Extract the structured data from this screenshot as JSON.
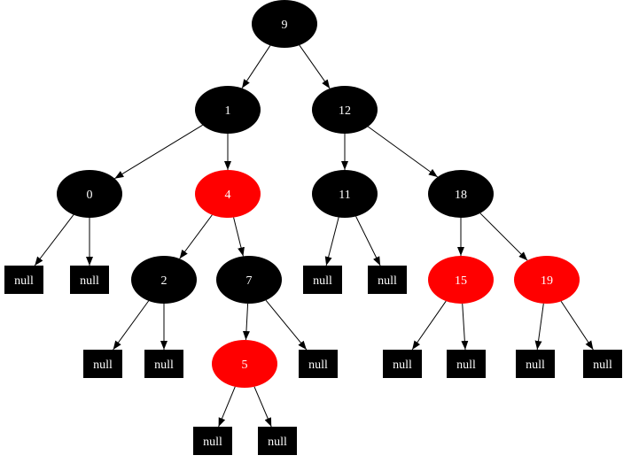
{
  "diagram": {
    "null_label": "null",
    "colors": {
      "red": "#ff0000",
      "black": "#000000",
      "label": "#ffffff",
      "edge": "#000000"
    },
    "nodes": [
      {
        "id": "n9",
        "label": "9",
        "color": "black"
      },
      {
        "id": "n1",
        "label": "1",
        "color": "black"
      },
      {
        "id": "n12",
        "label": "12",
        "color": "black"
      },
      {
        "id": "n0",
        "label": "0",
        "color": "black"
      },
      {
        "id": "n4",
        "label": "4",
        "color": "red"
      },
      {
        "id": "n11",
        "label": "11",
        "color": "black"
      },
      {
        "id": "n18",
        "label": "18",
        "color": "black"
      },
      {
        "id": "n2",
        "label": "2",
        "color": "black"
      },
      {
        "id": "n7",
        "label": "7",
        "color": "black"
      },
      {
        "id": "n15",
        "label": "15",
        "color": "red"
      },
      {
        "id": "n19",
        "label": "19",
        "color": "red"
      },
      {
        "id": "n5",
        "label": "5",
        "color": "red"
      }
    ],
    "null_leaves": [
      "z1",
      "z2",
      "z3",
      "z4",
      "z5",
      "z6",
      "z7",
      "z8",
      "z9",
      "z10",
      "z11",
      "z12",
      "z13"
    ],
    "edges": [
      [
        "n9",
        "n1"
      ],
      [
        "n9",
        "n12"
      ],
      [
        "n1",
        "n0"
      ],
      [
        "n1",
        "n4"
      ],
      [
        "n12",
        "n11"
      ],
      [
        "n12",
        "n18"
      ],
      [
        "n0",
        "z1"
      ],
      [
        "n0",
        "z2"
      ],
      [
        "n4",
        "n2"
      ],
      [
        "n4",
        "n7"
      ],
      [
        "n11",
        "z3"
      ],
      [
        "n11",
        "z4"
      ],
      [
        "n18",
        "n15"
      ],
      [
        "n18",
        "n19"
      ],
      [
        "n2",
        "z5"
      ],
      [
        "n2",
        "z6"
      ],
      [
        "n7",
        "n5"
      ],
      [
        "n7",
        "z7"
      ],
      [
        "n15",
        "z8"
      ],
      [
        "n15",
        "z9"
      ],
      [
        "n19",
        "z10"
      ],
      [
        "n19",
        "z11"
      ],
      [
        "n5",
        "z12"
      ],
      [
        "n5",
        "z13"
      ]
    ]
  }
}
